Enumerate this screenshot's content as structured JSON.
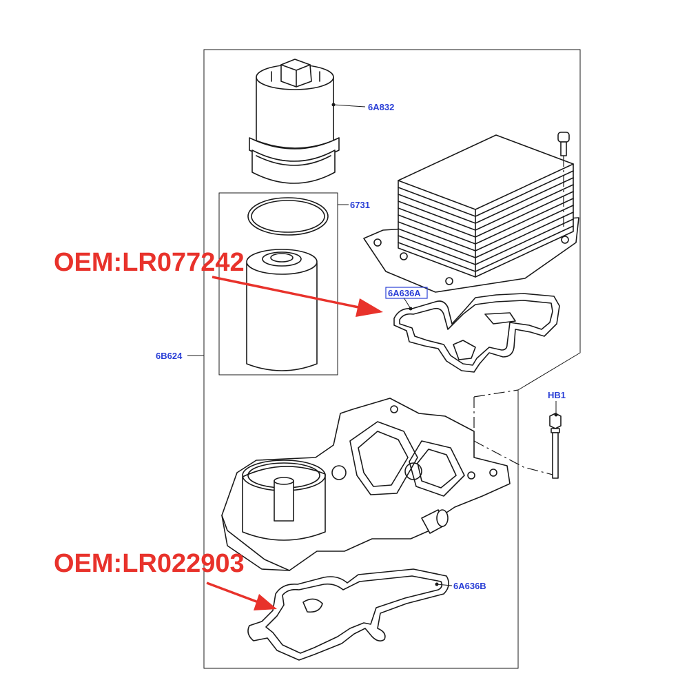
{
  "callouts": {
    "oil_filter_cap": "6A832",
    "o_ring": "6731",
    "filter_assembly": "6B624",
    "upper_gasket": "6A636A",
    "bolt": "HB1",
    "lower_gasket": "6A636B"
  },
  "oem_labels": {
    "upper": "OEM:LR077242",
    "lower": "OEM:LR022903"
  },
  "colors": {
    "callout_text": "#2a3fd6",
    "oem_text": "#e8322b",
    "line_art": "#1a1a1a"
  }
}
